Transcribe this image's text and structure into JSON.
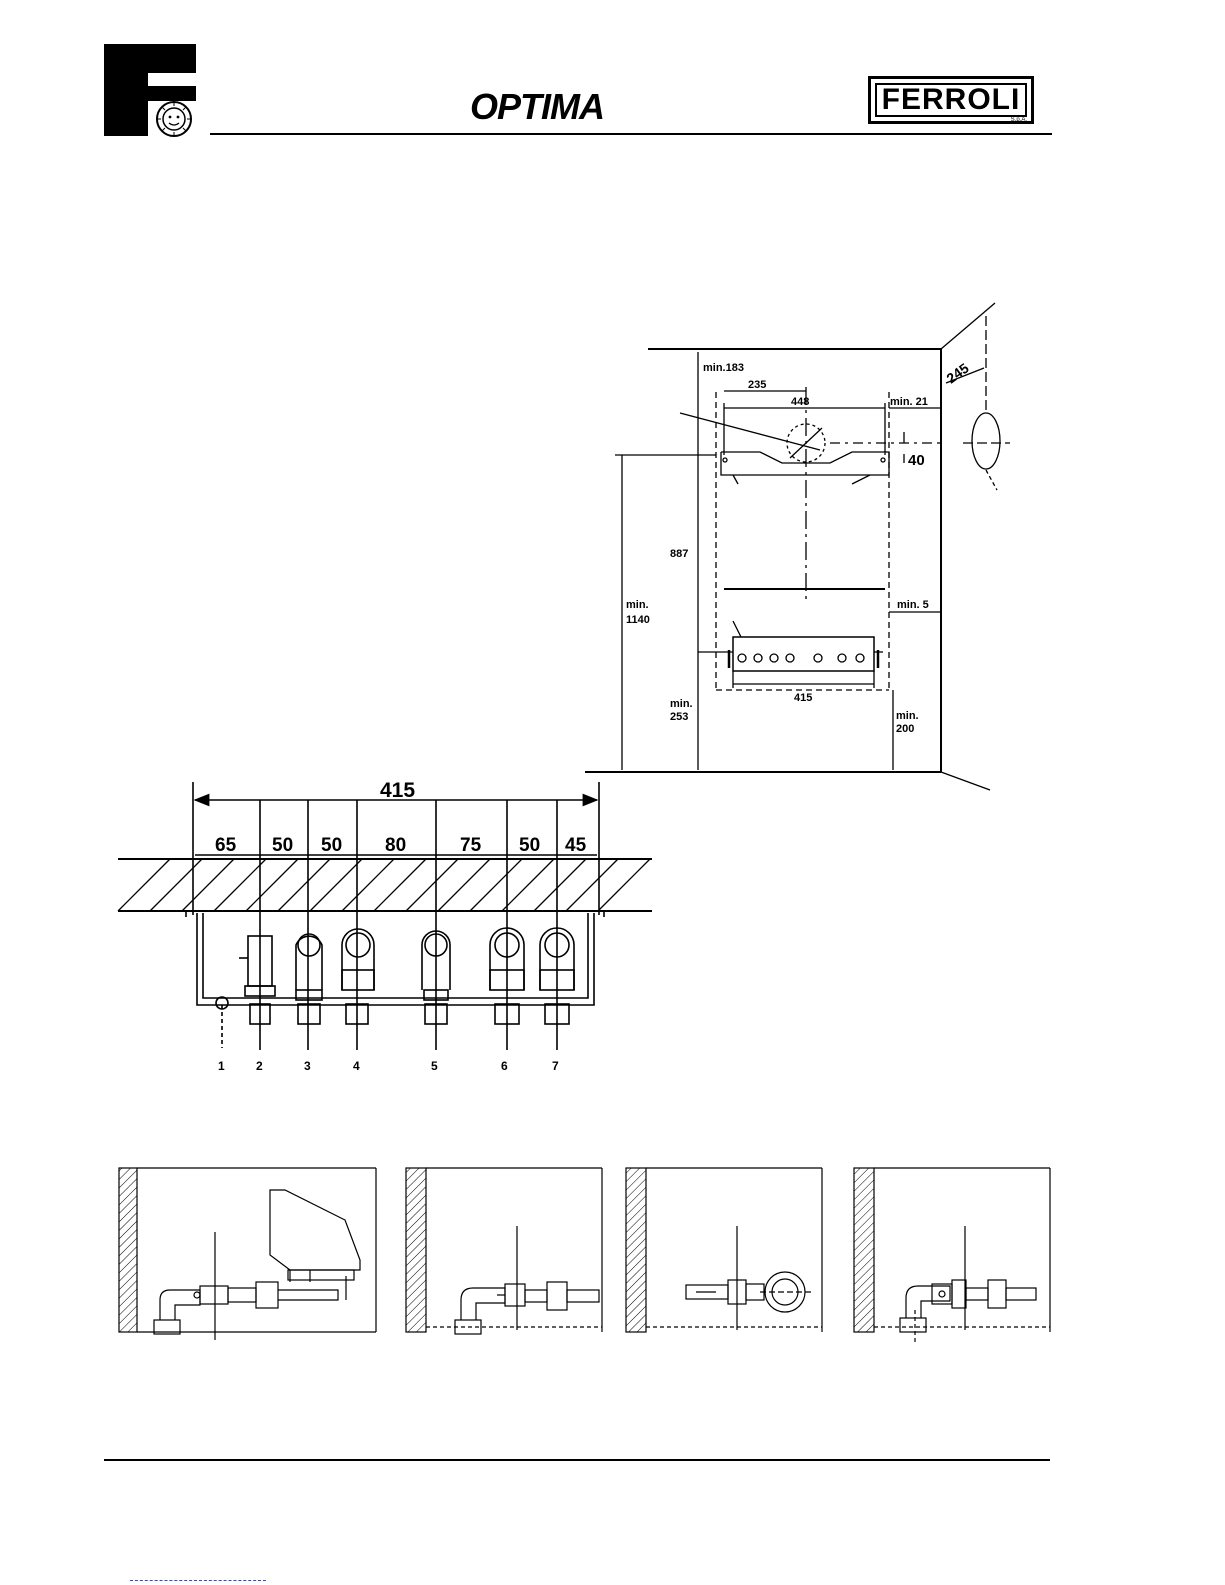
{
  "header": {
    "product_logo": "OPTIMA",
    "brand_logo": "FERROLI",
    "brand_suffix": "S.p.A."
  },
  "installation_diagram": {
    "dims": {
      "min_top": "min.183",
      "d235": "235",
      "d448": "448",
      "min21": "min. 21",
      "d245": "245",
      "d40": "40",
      "d887": "887",
      "min1140_a": "min.",
      "min1140_b": "1140",
      "min5": "min. 5",
      "d415": "415",
      "min253_a": "min.",
      "min253_b": "253",
      "min200_a": "min.",
      "min200_b": "200"
    }
  },
  "connections_diagram": {
    "total": "415",
    "spacings": [
      "65",
      "50",
      "50",
      "80",
      "75",
      "50",
      "45"
    ],
    "numbers": [
      "1",
      "2",
      "3",
      "4",
      "5",
      "6",
      "7"
    ]
  }
}
